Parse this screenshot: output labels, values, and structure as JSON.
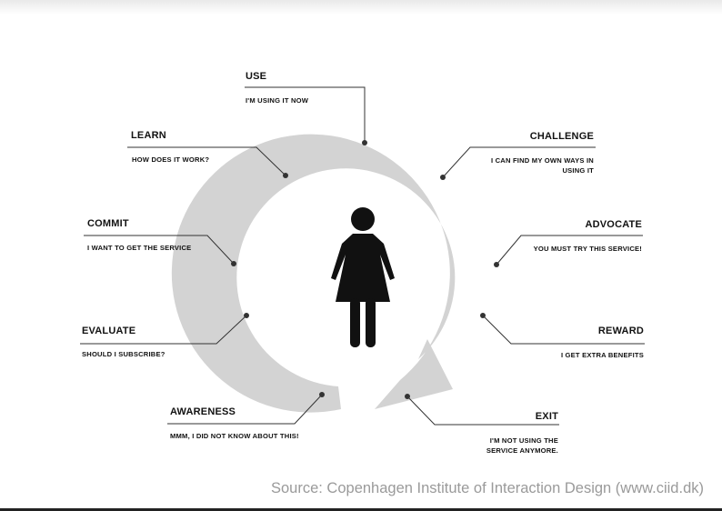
{
  "stages": [
    {
      "id": "use",
      "title": "USE",
      "description": "I'M USING IT NOW"
    },
    {
      "id": "challenge",
      "title": "CHALLENGE",
      "description": "I CAN FIND MY OWN WAYS IN USING IT"
    },
    {
      "id": "advocate",
      "title": "ADVOCATE",
      "description": "YOU MUST TRY THIS SERVICE!"
    },
    {
      "id": "reward",
      "title": "REWARD",
      "description": "I GET EXTRA BENEFITS"
    },
    {
      "id": "exit",
      "title": "EXIT",
      "description": "I'M NOT USING THE SERVICE ANYMORE."
    },
    {
      "id": "awareness",
      "title": "AWARENESS",
      "description": "MMM, I DID NOT KNOW ABOUT THIS!"
    },
    {
      "id": "evaluate",
      "title": "EVALUATE",
      "description": "SHOULD I SUBSCRIBE?"
    },
    {
      "id": "commit",
      "title": "COMMIT",
      "description": "I WANT TO GET THE SERVICE"
    },
    {
      "id": "learn",
      "title": "LEARN",
      "description": "HOW DOES IT WORK?"
    }
  ],
  "source": "Source: Copenhagen Institute of Interaction Design (www.ciid.dk)",
  "colors": {
    "cycle_arrow": "#d3d3d3",
    "ink": "#111111",
    "leader": "#333333",
    "source_text": "#9a9a9a"
  },
  "icons": {
    "center": "person-icon"
  }
}
